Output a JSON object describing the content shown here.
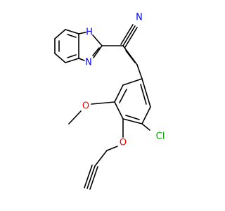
{
  "atom_labels": {
    "n_nitrile": "N",
    "nh": "H",
    "n_imine": "N",
    "o_ethoxy": "O",
    "o_propargyl": "O",
    "cl": "Cl"
  },
  "colors": {
    "bond": "#000000",
    "nitrogen": "#0000ff",
    "oxygen": "#ff0000",
    "chlorine": "#00aa00",
    "background": "#ffffff"
  }
}
